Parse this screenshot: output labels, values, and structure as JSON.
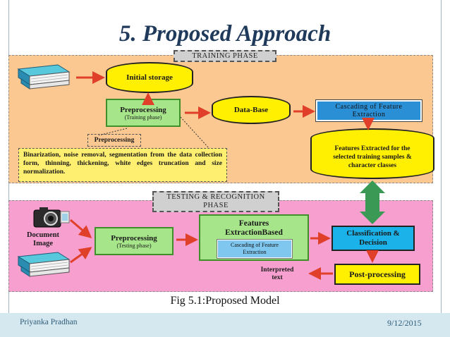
{
  "slide": {
    "title": "5. Proposed Approach",
    "caption": "Fig 5.1:Proposed Model",
    "author": "Priyanka Pradhan",
    "date": "9/12/2015"
  },
  "training": {
    "phase_label": "TRAINING PHASE",
    "initial_storage": "Initial storage",
    "preprocessing_title": "Preprocessing",
    "preprocessing_sub": "(Training phase)",
    "database": "Data-Base",
    "cascading_line1": "Cascading of Feature",
    "cascading_line2": "Extraction",
    "preprocessing_callout_title": "Preprocessing",
    "preprocessing_callout_text": "Binarization, noise removal, segmentation from the data collection form, thinning, thickening, white edges truncation and size normalization.",
    "features_extracted_line1": "Features Extracted for the",
    "features_extracted_line2": "selected training samples &",
    "features_extracted_line3": "character classes"
  },
  "testing": {
    "phase_label_line1": "TESTING & RECOGNITION",
    "phase_label_line2": "PHASE",
    "document_image_line1": "Document",
    "document_image_line2": "Image",
    "preprocessing_title": "Preprocessing",
    "preprocessing_sub": "(Testing phase)",
    "features_line1": "Features",
    "features_line2": "ExtractionBased",
    "features_inner_line1": "Cascading of Feature",
    "features_inner_line2": "Extraction",
    "classification_line1": "Classification &",
    "classification_line2": "Decision",
    "post_processing": "Post-processing",
    "interpreted_line1": "Interpreted",
    "interpreted_line2": "text"
  },
  "icons": [
    "book-stack-icon",
    "camera-icon"
  ],
  "colors": {
    "training_bg": "#fcc891",
    "testing_bg": "#f79fcf",
    "box_yellow": "#ffef00",
    "box_green": "#a6e58a",
    "box_cyan": "#1ab2e8",
    "box_blue": "#2b8fd6",
    "arrow_red": "#e0402a",
    "arrow_green": "#3a9a55"
  }
}
